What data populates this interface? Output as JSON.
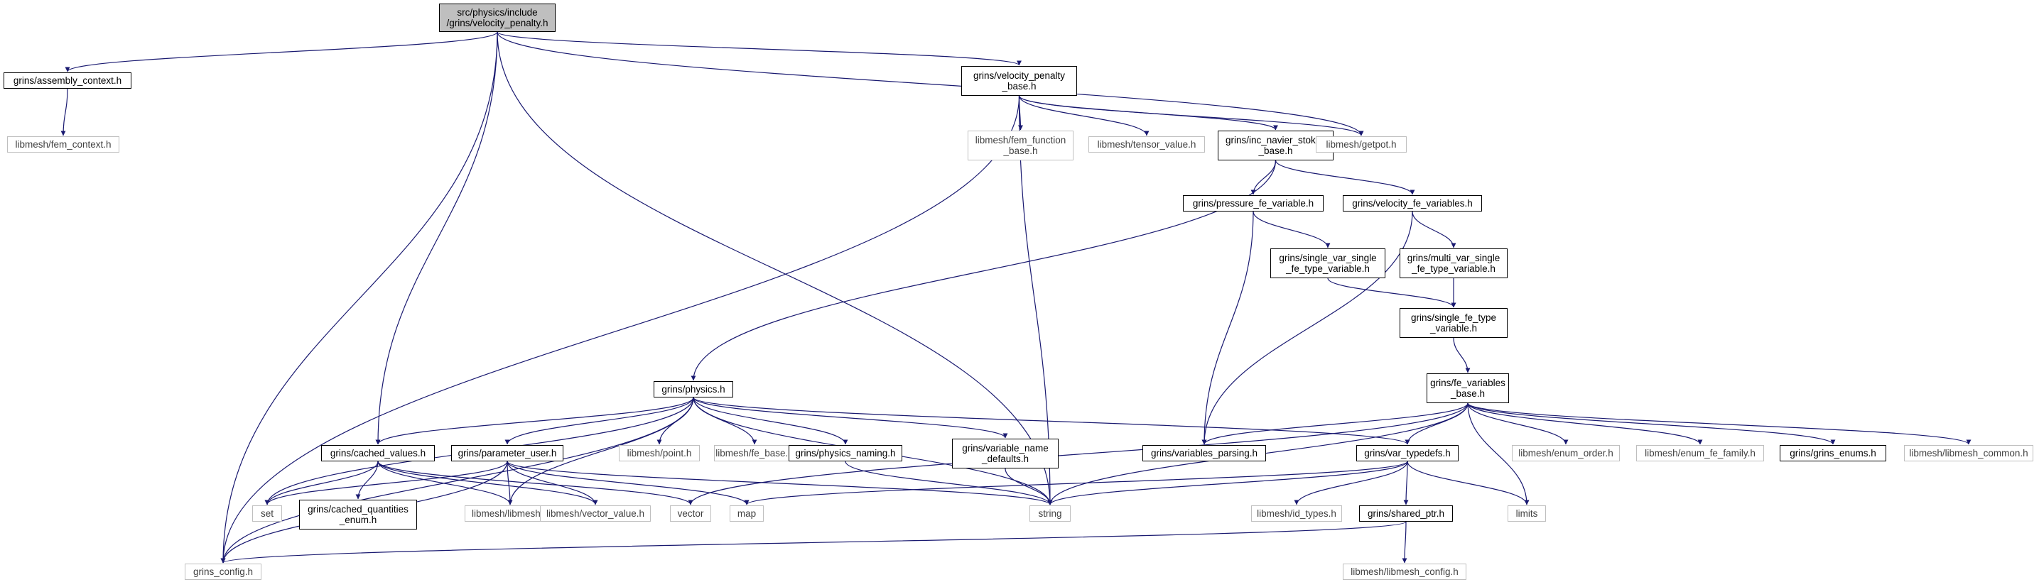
{
  "colors": {
    "edge": "#191970",
    "node_border": "#000000",
    "external_border": "#bfbfbf",
    "root_fill": "#bfbfbf",
    "background": "#ffffff"
  },
  "nodes": [
    {
      "id": "root",
      "label": "src/physics/include\n/grins/velocity_penalty.h",
      "kind": "root"
    },
    {
      "id": "assembly_context",
      "label": "grins/assembly_context.h",
      "kind": "local"
    },
    {
      "id": "fem_context",
      "label": "libmesh/fem_context.h",
      "kind": "external"
    },
    {
      "id": "velocity_penalty_base",
      "label": "grins/velocity_penalty\n_base.h",
      "kind": "local"
    },
    {
      "id": "fem_function_base",
      "label": "libmesh/fem_function\n_base.h",
      "kind": "external"
    },
    {
      "id": "tensor_value",
      "label": "libmesh/tensor_value.h",
      "kind": "external"
    },
    {
      "id": "inc_navier_stokes_base",
      "label": "grins/inc_navier_stokes\n_base.h",
      "kind": "local"
    },
    {
      "id": "getpot",
      "label": "libmesh/getpot.h",
      "kind": "external"
    },
    {
      "id": "pressure_fe_variable",
      "label": "grins/pressure_fe_variable.h",
      "kind": "local"
    },
    {
      "id": "velocity_fe_variables",
      "label": "grins/velocity_fe_variables.h",
      "kind": "local"
    },
    {
      "id": "single_var_single",
      "label": "grins/single_var_single\n_fe_type_variable.h",
      "kind": "local"
    },
    {
      "id": "multi_var_single",
      "label": "grins/multi_var_single\n_fe_type_variable.h",
      "kind": "local"
    },
    {
      "id": "single_fe_type_variable",
      "label": "grins/single_fe_type\n_variable.h",
      "kind": "local"
    },
    {
      "id": "fe_variables_base",
      "label": "grins/fe_variables\n_base.h",
      "kind": "local"
    },
    {
      "id": "physics",
      "label": "grins/physics.h",
      "kind": "local"
    },
    {
      "id": "cached_values",
      "label": "grins/cached_values.h",
      "kind": "local"
    },
    {
      "id": "parameter_user",
      "label": "grins/parameter_user.h",
      "kind": "local"
    },
    {
      "id": "point",
      "label": "libmesh/point.h",
      "kind": "external"
    },
    {
      "id": "fe_base",
      "label": "libmesh/fe_base.h",
      "kind": "external"
    },
    {
      "id": "physics_naming",
      "label": "grins/physics_naming.h",
      "kind": "local"
    },
    {
      "id": "variable_name_defaults",
      "label": "grins/variable_name\n_defaults.h",
      "kind": "local"
    },
    {
      "id": "variables_parsing",
      "label": "grins/variables_parsing.h",
      "kind": "local"
    },
    {
      "id": "var_typedefs",
      "label": "grins/var_typedefs.h",
      "kind": "local"
    },
    {
      "id": "enum_order",
      "label": "libmesh/enum_order.h",
      "kind": "external"
    },
    {
      "id": "enum_fe_family",
      "label": "libmesh/enum_fe_family.h",
      "kind": "external"
    },
    {
      "id": "grins_enums",
      "label": "grins/grins_enums.h",
      "kind": "local"
    },
    {
      "id": "libmesh_common",
      "label": "libmesh/libmesh_common.h",
      "kind": "external"
    },
    {
      "id": "set",
      "label": "set",
      "kind": "external"
    },
    {
      "id": "cached_quantities_enum",
      "label": "grins/cached_quantities\n_enum.h",
      "kind": "local"
    },
    {
      "id": "libmesh",
      "label": "libmesh/libmesh.h",
      "kind": "external"
    },
    {
      "id": "vector_value",
      "label": "libmesh/vector_value.h",
      "kind": "external"
    },
    {
      "id": "vector",
      "label": "vector",
      "kind": "external"
    },
    {
      "id": "map",
      "label": "map",
      "kind": "external"
    },
    {
      "id": "string",
      "label": "string",
      "kind": "external"
    },
    {
      "id": "id_types",
      "label": "libmesh/id_types.h",
      "kind": "external"
    },
    {
      "id": "shared_ptr",
      "label": "grins/shared_ptr.h",
      "kind": "local"
    },
    {
      "id": "limits",
      "label": "limits",
      "kind": "external"
    },
    {
      "id": "grins_config",
      "label": "grins_config.h",
      "kind": "external"
    },
    {
      "id": "libmesh_config",
      "label": "libmesh/libmesh_config.h",
      "kind": "external"
    }
  ],
  "edges": [
    [
      "root",
      "assembly_context"
    ],
    [
      "root",
      "grins_config"
    ],
    [
      "root",
      "cached_values"
    ],
    [
      "root",
      "string"
    ],
    [
      "root",
      "velocity_penalty_base"
    ],
    [
      "root",
      "getpot"
    ],
    [
      "assembly_context",
      "fem_context"
    ],
    [
      "velocity_penalty_base",
      "grins_config"
    ],
    [
      "velocity_penalty_base",
      "string"
    ],
    [
      "velocity_penalty_base",
      "fem_function_base"
    ],
    [
      "velocity_penalty_base",
      "tensor_value"
    ],
    [
      "velocity_penalty_base",
      "inc_navier_stokes_base"
    ],
    [
      "velocity_penalty_base",
      "getpot"
    ],
    [
      "inc_navier_stokes_base",
      "physics"
    ],
    [
      "inc_navier_stokes_base",
      "pressure_fe_variable"
    ],
    [
      "inc_navier_stokes_base",
      "velocity_fe_variables"
    ],
    [
      "pressure_fe_variable",
      "variables_parsing"
    ],
    [
      "pressure_fe_variable",
      "single_var_single"
    ],
    [
      "velocity_fe_variables",
      "variables_parsing"
    ],
    [
      "velocity_fe_variables",
      "multi_var_single"
    ],
    [
      "single_var_single",
      "single_fe_type_variable"
    ],
    [
      "multi_var_single",
      "single_fe_type_variable"
    ],
    [
      "single_fe_type_variable",
      "fe_variables_base"
    ],
    [
      "fe_variables_base",
      "variables_parsing"
    ],
    [
      "fe_variables_base",
      "var_typedefs"
    ],
    [
      "fe_variables_base",
      "string"
    ],
    [
      "fe_variables_base",
      "vector"
    ],
    [
      "fe_variables_base",
      "limits"
    ],
    [
      "fe_variables_base",
      "enum_order"
    ],
    [
      "fe_variables_base",
      "enum_fe_family"
    ],
    [
      "fe_variables_base",
      "grins_enums"
    ],
    [
      "fe_variables_base",
      "libmesh_common"
    ],
    [
      "physics",
      "grins_config"
    ],
    [
      "physics",
      "set"
    ],
    [
      "physics",
      "cached_values"
    ],
    [
      "physics",
      "libmesh"
    ],
    [
      "physics",
      "parameter_user"
    ],
    [
      "physics",
      "point"
    ],
    [
      "physics",
      "fe_base"
    ],
    [
      "physics",
      "physics_naming"
    ],
    [
      "physics",
      "variable_name_defaults"
    ],
    [
      "physics",
      "string"
    ],
    [
      "physics",
      "var_typedefs"
    ],
    [
      "cached_values",
      "set"
    ],
    [
      "cached_values",
      "cached_quantities_enum"
    ],
    [
      "cached_values",
      "libmesh"
    ],
    [
      "cached_values",
      "vector_value"
    ],
    [
      "cached_values",
      "vector"
    ],
    [
      "parameter_user",
      "set"
    ],
    [
      "parameter_user",
      "libmesh"
    ],
    [
      "parameter_user",
      "vector_value"
    ],
    [
      "parameter_user",
      "map"
    ],
    [
      "parameter_user",
      "string"
    ],
    [
      "parameter_user",
      "grins_config"
    ],
    [
      "physics_naming",
      "string"
    ],
    [
      "variable_name_defaults",
      "string"
    ],
    [
      "var_typedefs",
      "map"
    ],
    [
      "var_typedefs",
      "string"
    ],
    [
      "var_typedefs",
      "id_types"
    ],
    [
      "var_typedefs",
      "shared_ptr"
    ],
    [
      "var_typedefs",
      "limits"
    ],
    [
      "shared_ptr",
      "grins_config"
    ],
    [
      "shared_ptr",
      "libmesh_config"
    ]
  ]
}
